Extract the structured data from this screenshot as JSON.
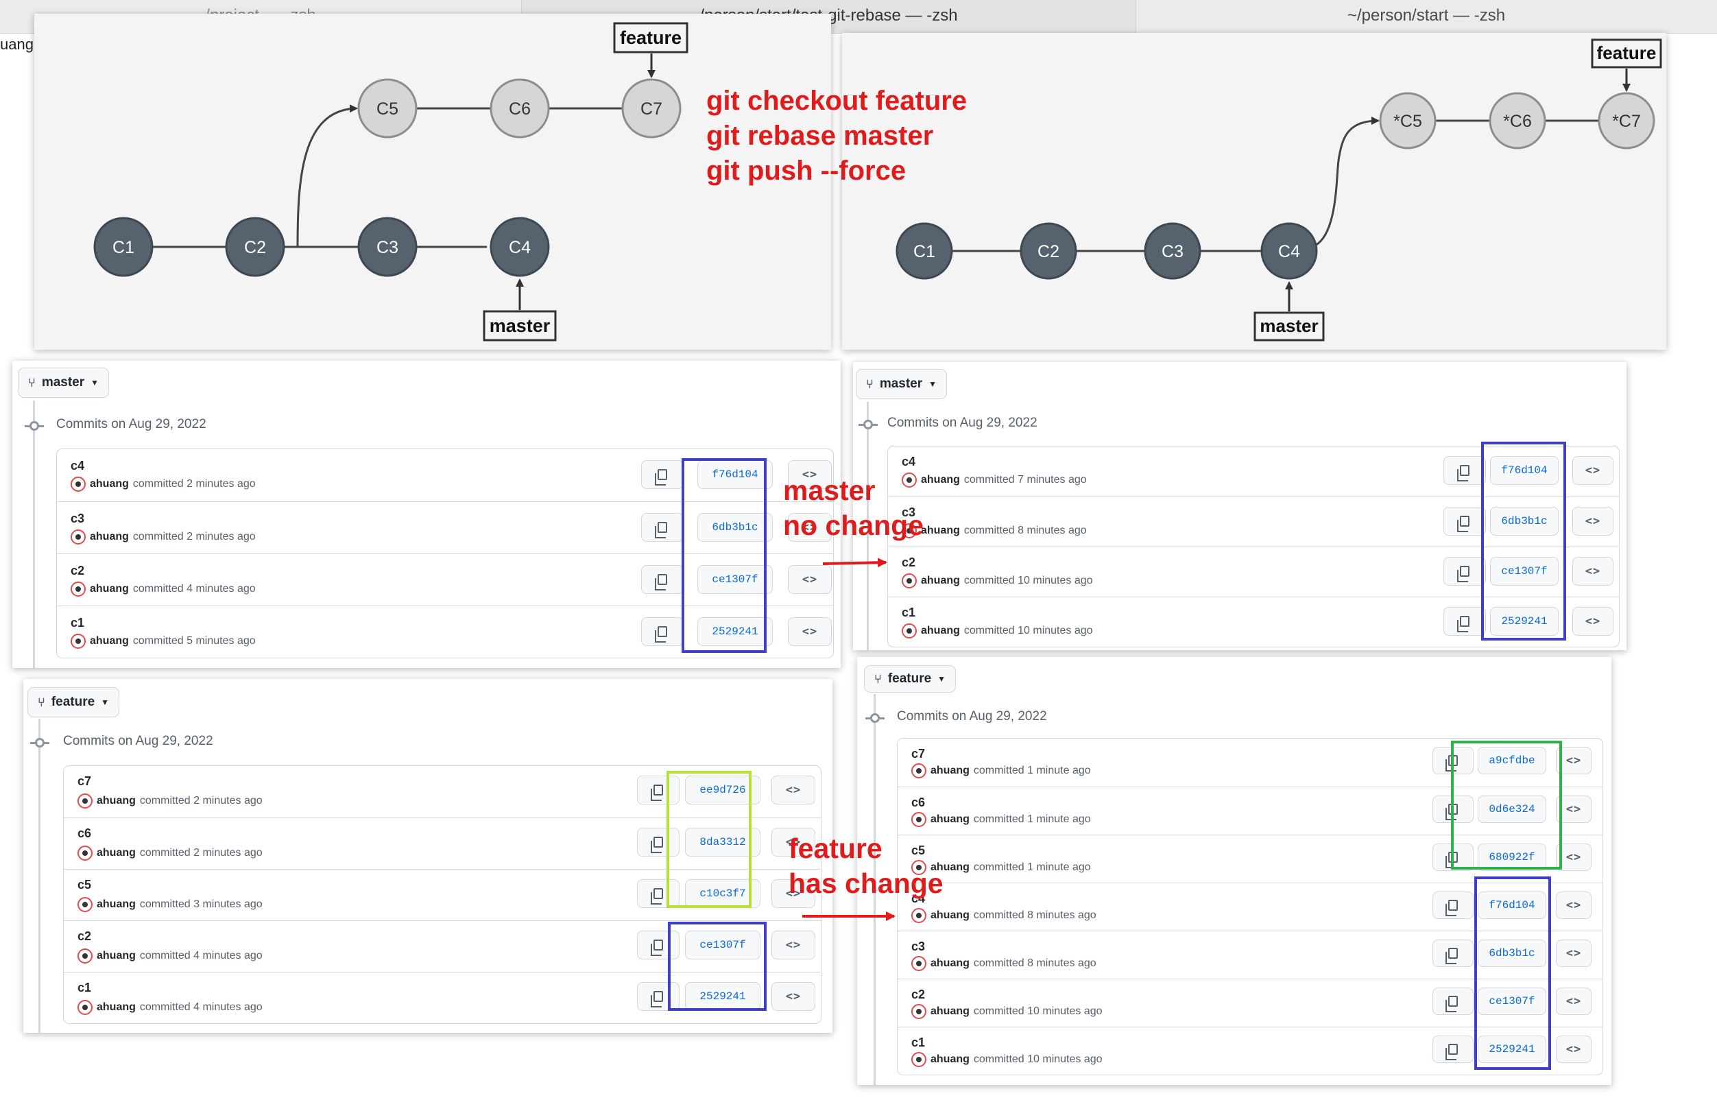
{
  "terminal_tabs": [
    "/project — -zsh",
    "/person/start/test-git-rebase — -zsh",
    "~/person/start — -zsh"
  ],
  "side_fragment": "uang(",
  "before_diagram": {
    "commits": [
      "C1",
      "C2",
      "C3",
      "C4",
      "C5",
      "C6",
      "C7"
    ],
    "feature_label": "feature",
    "master_label": "master"
  },
  "after_diagram": {
    "commits": [
      "C1",
      "C2",
      "C3",
      "C4",
      "*C5",
      "*C6",
      "*C7"
    ],
    "feature_label": "feature",
    "master_label": "master"
  },
  "commands": [
    "git checkout feature",
    "git rebase master",
    "git push --force"
  ],
  "annotation_master": [
    "master",
    "no change"
  ],
  "annotation_feature": [
    "feature",
    "has change"
  ],
  "colors": {
    "annotation_red": "#e01b1b",
    "box_blue": "#3e3ec7",
    "box_lime": "#b8e03a",
    "box_green": "#2fb24a",
    "commit_dark": "#56636f",
    "commit_light": "#d6d6d6"
  },
  "icons": [
    "branch-icon",
    "chevron-down-icon",
    "commit-icon",
    "copy-icon",
    "code-icon",
    "avatar"
  ],
  "master_before": {
    "branch": "master",
    "date": "Commits on Aug 29, 2022",
    "commits": [
      {
        "msg": "c4",
        "author": "ahuang",
        "time": "committed 2 minutes ago",
        "sha": "f76d104"
      },
      {
        "msg": "c3",
        "author": "ahuang",
        "time": "committed 2 minutes ago",
        "sha": "6db3b1c"
      },
      {
        "msg": "c2",
        "author": "ahuang",
        "time": "committed 4 minutes ago",
        "sha": "ce1307f"
      },
      {
        "msg": "c1",
        "author": "ahuang",
        "time": "committed 5 minutes ago",
        "sha": "2529241"
      }
    ]
  },
  "master_after": {
    "branch": "master",
    "date": "Commits on Aug 29, 2022",
    "commits": [
      {
        "msg": "c4",
        "author": "ahuang",
        "time": "committed 7 minutes ago",
        "sha": "f76d104"
      },
      {
        "msg": "c3",
        "author": "ahuang",
        "time": "committed 8 minutes ago",
        "sha": "6db3b1c"
      },
      {
        "msg": "c2",
        "author": "ahuang",
        "time": "committed 10 minutes ago",
        "sha": "ce1307f"
      },
      {
        "msg": "c1",
        "author": "ahuang",
        "time": "committed 10 minutes ago",
        "sha": "2529241"
      }
    ]
  },
  "feature_before": {
    "branch": "feature",
    "date": "Commits on Aug 29, 2022",
    "commits": [
      {
        "msg": "c7",
        "author": "ahuang",
        "time": "committed 2 minutes ago",
        "sha": "ee9d726"
      },
      {
        "msg": "c6",
        "author": "ahuang",
        "time": "committed 2 minutes ago",
        "sha": "8da3312"
      },
      {
        "msg": "c5",
        "author": "ahuang",
        "time": "committed 3 minutes ago",
        "sha": "c10c3f7"
      },
      {
        "msg": "c2",
        "author": "ahuang",
        "time": "committed 4 minutes ago",
        "sha": "ce1307f"
      },
      {
        "msg": "c1",
        "author": "ahuang",
        "time": "committed 4 minutes ago",
        "sha": "2529241"
      }
    ]
  },
  "feature_after": {
    "branch": "feature",
    "date": "Commits on Aug 29, 2022",
    "commits": [
      {
        "msg": "c7",
        "author": "ahuang",
        "time": "committed 1 minute ago",
        "sha": "a9cfdbe"
      },
      {
        "msg": "c6",
        "author": "ahuang",
        "time": "committed 1 minute ago",
        "sha": "0d6e324"
      },
      {
        "msg": "c5",
        "author": "ahuang",
        "time": "committed 1 minute ago",
        "sha": "680922f"
      },
      {
        "msg": "c4",
        "author": "ahuang",
        "time": "committed 8 minutes ago",
        "sha": "f76d104"
      },
      {
        "msg": "c3",
        "author": "ahuang",
        "time": "committed 8 minutes ago",
        "sha": "6db3b1c"
      },
      {
        "msg": "c2",
        "author": "ahuang",
        "time": "committed 10 minutes ago",
        "sha": "ce1307f"
      },
      {
        "msg": "c1",
        "author": "ahuang",
        "time": "committed 10 minutes ago",
        "sha": "2529241"
      }
    ]
  }
}
